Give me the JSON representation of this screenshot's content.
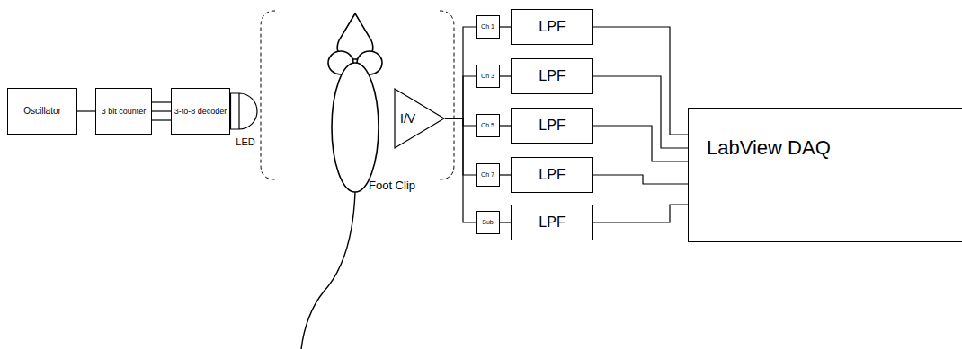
{
  "diagram": {
    "nodes": [
      {
        "text": [
          "Oscillator"
        ]
      },
      {
        "text": [
          "3 bit counter"
        ]
      },
      {
        "text": [
          "3-to-8 decoder"
        ]
      },
      {
        "text": [
          "LED"
        ]
      },
      {
        "text": [
          "I/V"
        ]
      },
      {
        "text": [
          "Ch 1"
        ]
      },
      {
        "text": [
          "LPF"
        ]
      },
      {
        "text": [
          "Ch 3"
        ]
      },
      {
        "text": [
          "LPF"
        ]
      },
      {
        "text": [
          "Ch 5"
        ]
      },
      {
        "text": [
          "LPF"
        ]
      },
      {
        "text": [
          "Ch 7"
        ]
      },
      {
        "text": [
          "LPF"
        ]
      },
      {
        "text": [
          "Sub"
        ]
      },
      {
        "text": [
          "LPF"
        ]
      },
      {
        "text": [
          "LabView DAQ"
        ]
      }
    ],
    "edges": [
      {
        "from": 0,
        "to": 1,
        "arrow": "none"
      },
      {
        "from": 1,
        "to": 2,
        "arrow": "none"
      },
      {
        "from": 1,
        "to": 2,
        "arrow": "none"
      },
      {
        "from": 1,
        "to": 2,
        "arrow": "none"
      },
      {
        "from": 2,
        "to": 3,
        "arrow": "none"
      },
      {
        "from": 4,
        "to": 5,
        "arrow": "none"
      },
      {
        "from": 4,
        "to": 7,
        "arrow": "none"
      },
      {
        "from": 4,
        "to": 9,
        "arrow": "none"
      },
      {
        "from": 4,
        "to": 11,
        "arrow": "none"
      },
      {
        "from": 4,
        "to": 13,
        "arrow": "none"
      },
      {
        "from": 5,
        "to": 6,
        "arrow": "none"
      },
      {
        "from": 7,
        "to": 8,
        "arrow": "none"
      },
      {
        "from": 9,
        "to": 10,
        "arrow": "none"
      },
      {
        "from": 11,
        "to": 12,
        "arrow": "none"
      },
      {
        "from": 13,
        "to": 14,
        "arrow": "none"
      },
      {
        "from": 6,
        "to": 15,
        "arrow": "none"
      },
      {
        "from": 8,
        "to": 15,
        "arrow": "none"
      },
      {
        "from": 10,
        "to": 15,
        "arrow": "none"
      },
      {
        "from": 12,
        "to": 15,
        "arrow": "none"
      },
      {
        "from": 14,
        "to": 15,
        "arrow": "none"
      }
    ],
    "labels": [
      "Foot Clip"
    ]
  }
}
